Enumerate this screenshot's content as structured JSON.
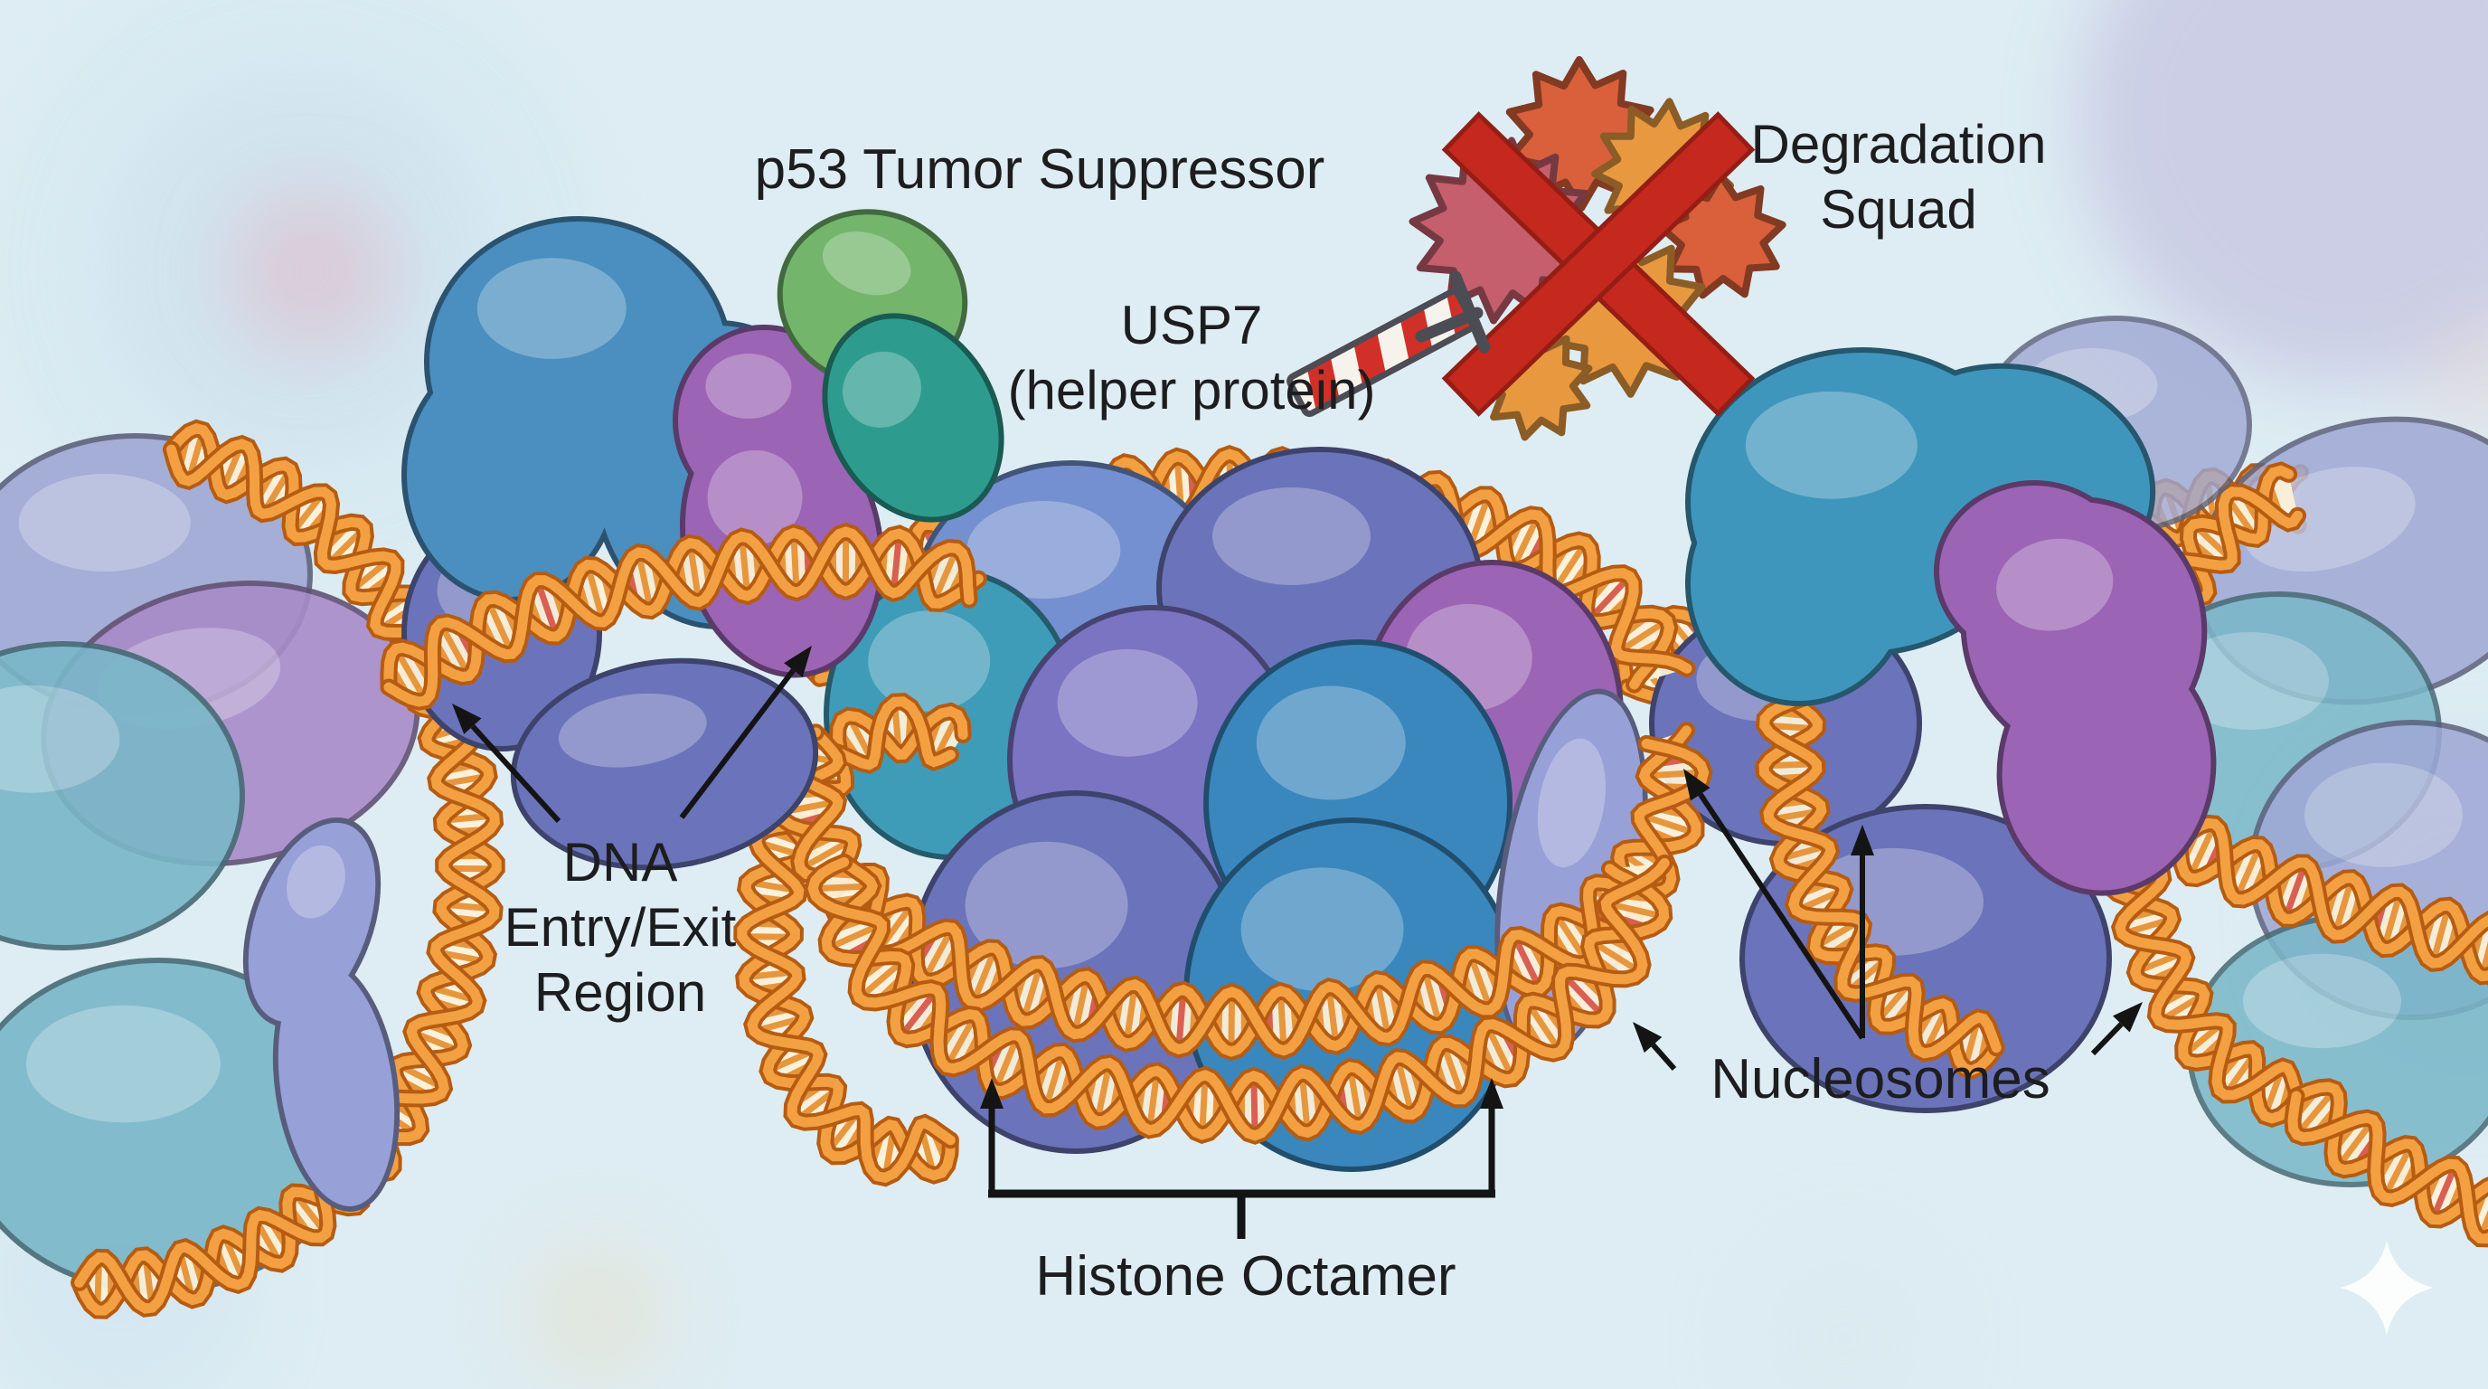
{
  "labels": {
    "p53": "p53 Tumor Suppressor",
    "usp7_line1": "USP7",
    "usp7_line2": "(helper protein)",
    "degradation_line1": "Degradation",
    "degradation_line2": "Squad",
    "dna_line1": "DNA",
    "dna_line2": "Entry/Exit",
    "dna_line3": "Region",
    "histone_octamer": "Histone Octamer",
    "nucleosomes": "Nucleosomes"
  },
  "symbols": {
    "blocked_icon": "red-x-icon",
    "inhibitor_icon": "inhibitor-barrier-icon",
    "sparkle_icon": "sparkle-icon"
  },
  "palette": {
    "background": "#ddedf3",
    "dna_strand": "#f2a041",
    "dna_edge": "#b65c12",
    "dna_ribbon": "#fbf1da",
    "dna_rung": "#e8963c",
    "dna_rung_alt": "#d95f52",
    "histone_blue": "#3a87bd",
    "histone_slate": "#6b74ba",
    "histone_slate_mid": "#7a74c2",
    "histone_periwinkle": "#7490d0",
    "histone_purple": "#9c64b4",
    "histone_teal": "#3f9cb8",
    "nucleosome_teal": "#3f96bc",
    "linker_histone": "#98a0d8",
    "p53_blue": "#4a8fc0",
    "p53_purple": "#9c64b4",
    "usp7_green": "#74b56c",
    "usp7_teal": "#2d9c8e",
    "faded_lavender": "#9fa8d4",
    "faded_teal": "#79b7c8",
    "faded_purple": "#a98bc8",
    "degradation_red": "#d9603a",
    "degradation_orange": "#e89940",
    "degradation_rose": "#c55f6d",
    "cross_red": "#c5281c",
    "inhibitor_red": "#d03028",
    "inhibitor_gray": "#4c4c55",
    "arrow_color": "#141414",
    "label_color": "#1d1d1f",
    "sparkle": "#ffffff"
  }
}
